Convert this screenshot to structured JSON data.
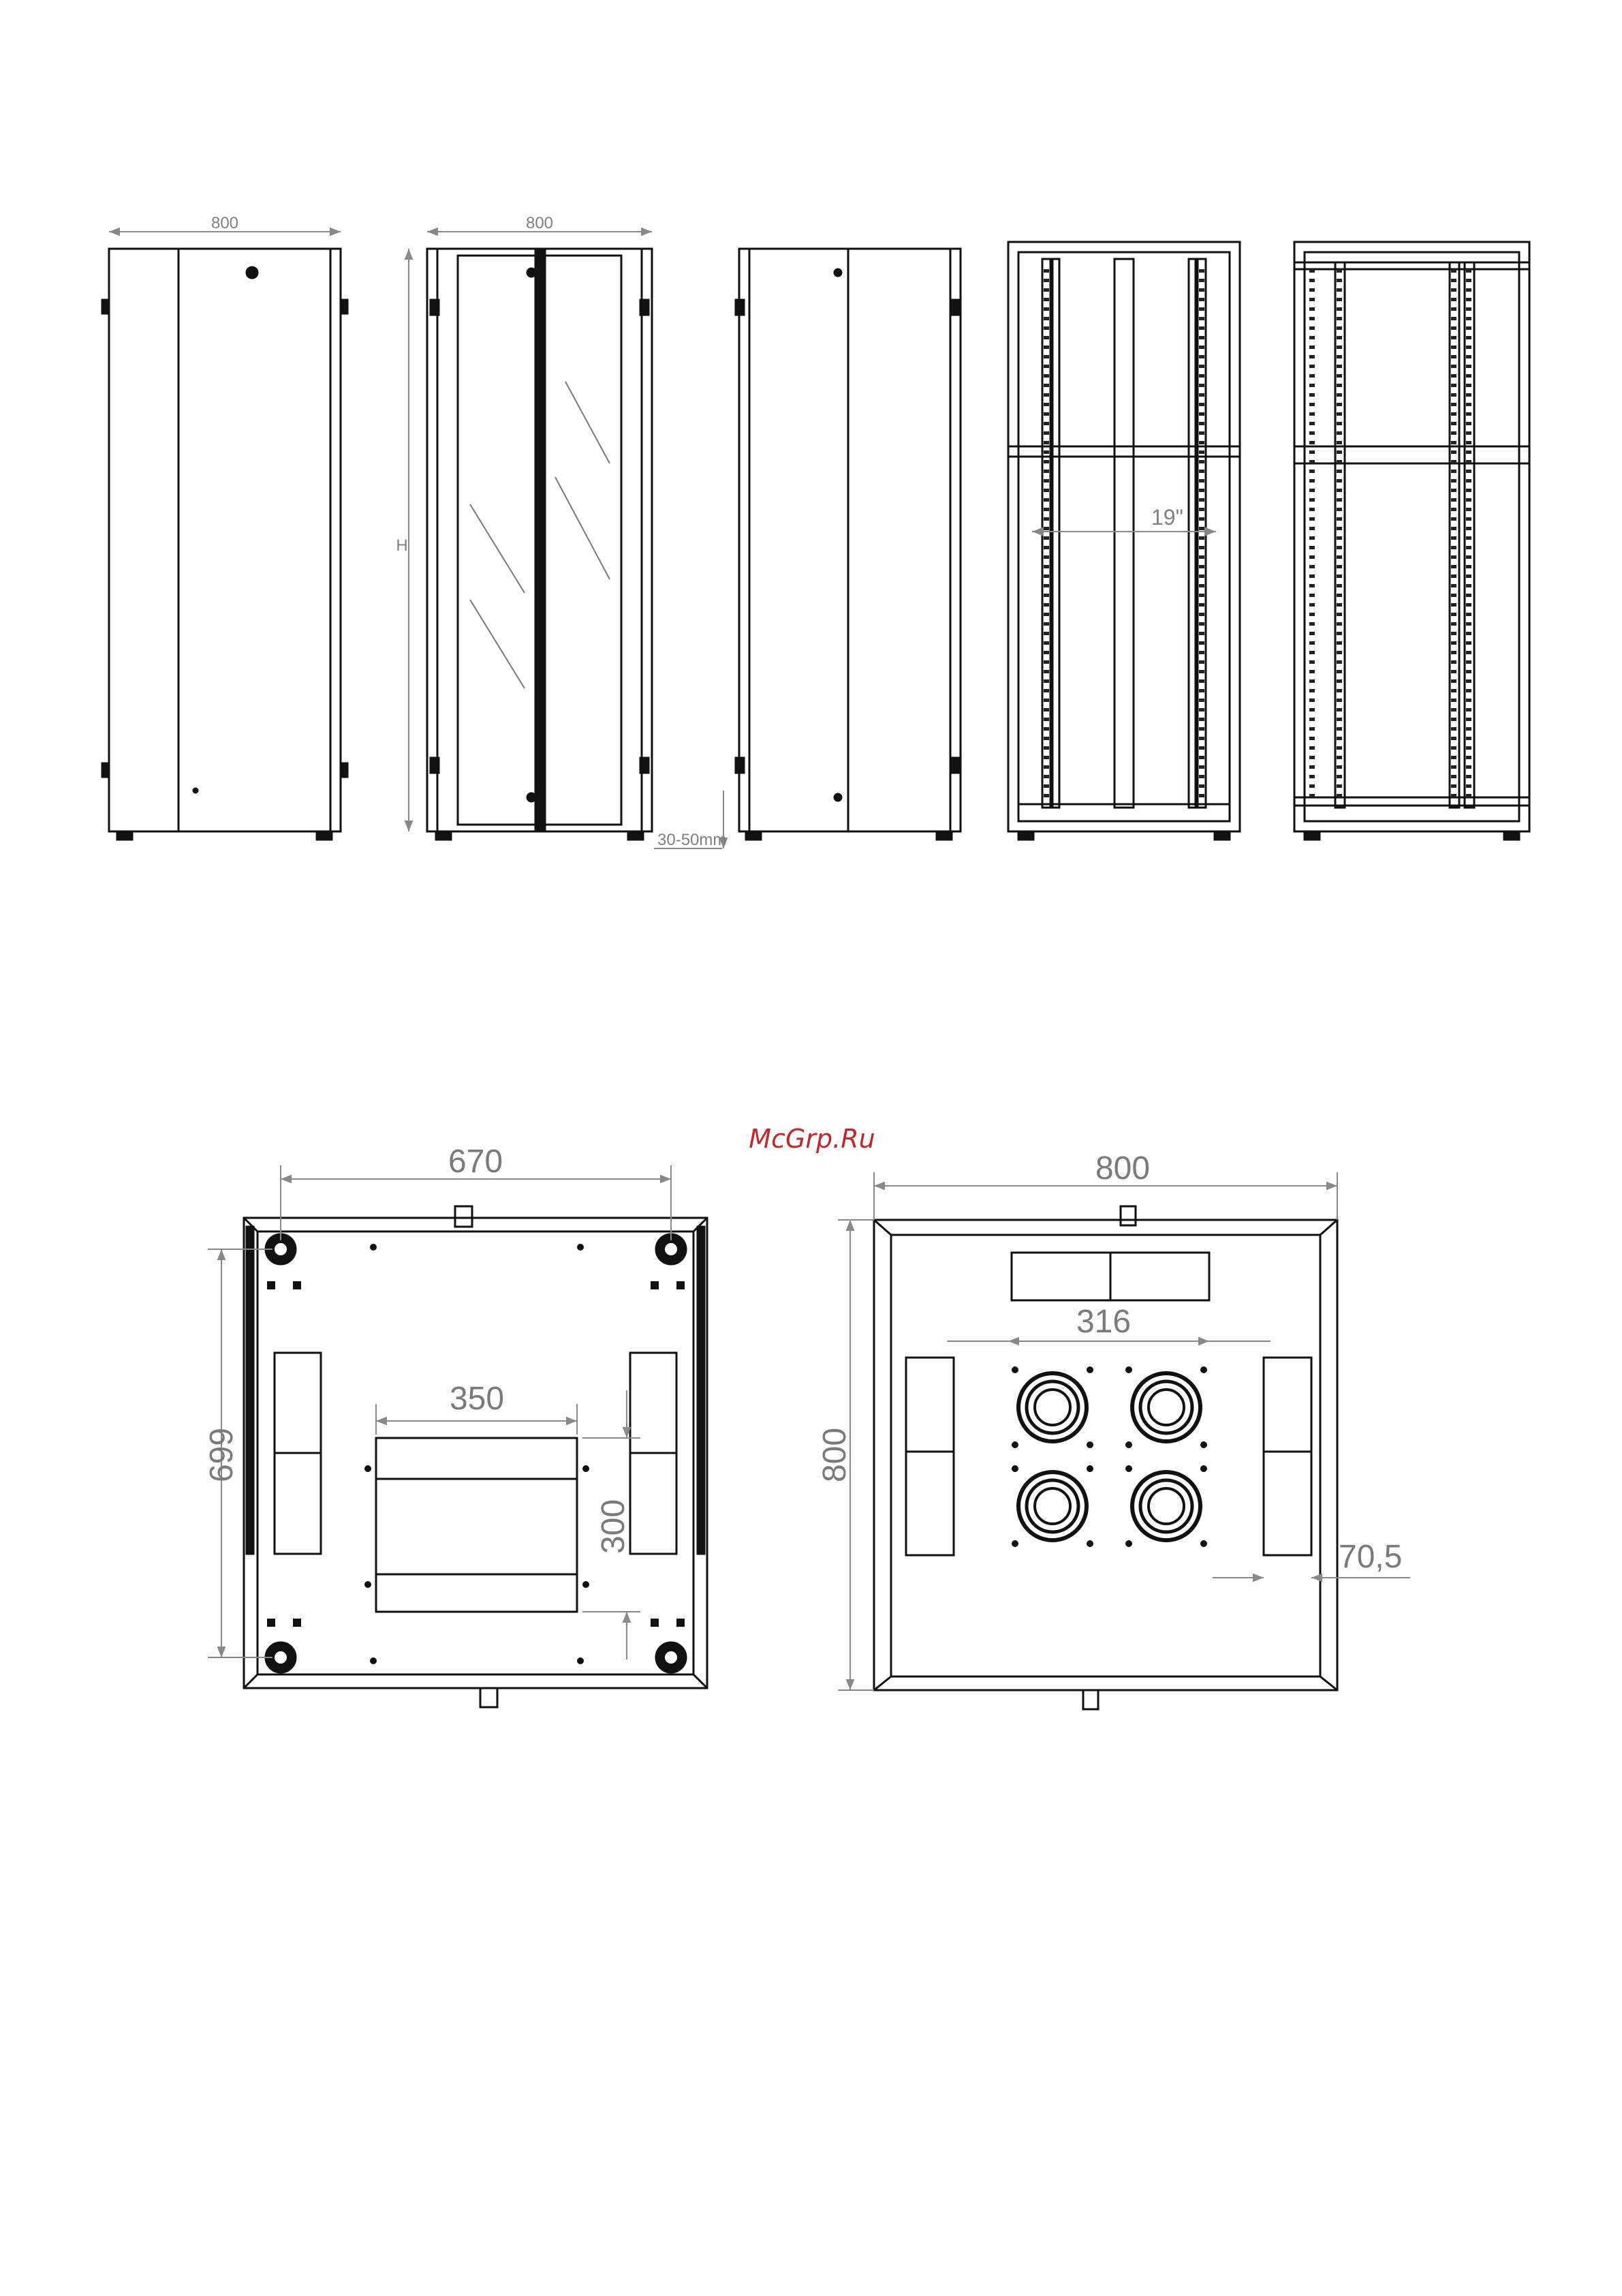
{
  "watermark": "McGrp.Ru",
  "elevations": {
    "front_width": "800",
    "glass_width": "800",
    "height_label": "H",
    "plinth_gap": "30-50mm",
    "rack_standard": "19\""
  },
  "base_view": {
    "width": "670",
    "depth": "699",
    "cutout_width": "350",
    "cutout_depth": "300"
  },
  "roof_view": {
    "width": "800",
    "depth": "800",
    "fan_spacing": "316",
    "edge_offset": "70,5"
  }
}
